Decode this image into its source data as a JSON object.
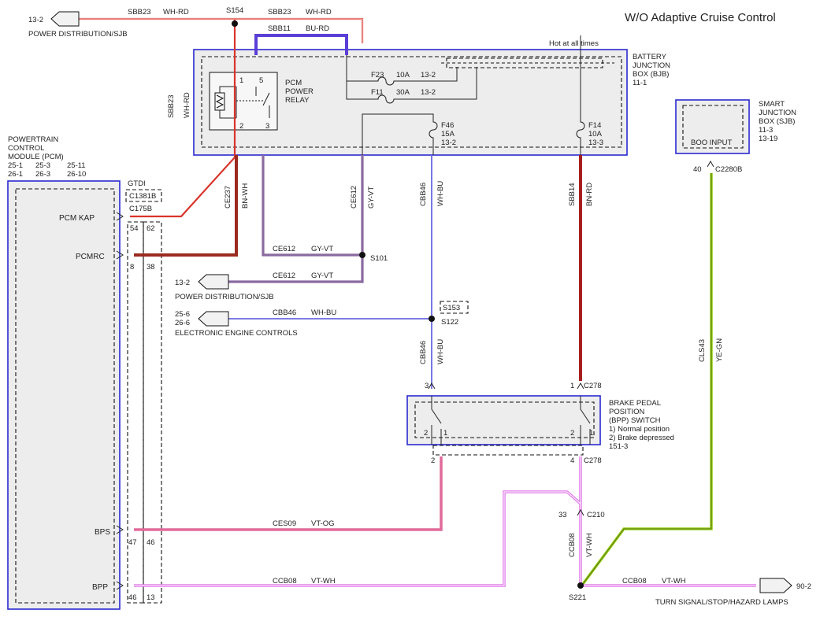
{
  "title": "W/O Adaptive Cruise Control",
  "bjb": {
    "name": "BATTERY\nJUNCTION\nBOX (BJB)",
    "ref": "11-1",
    "hot_label": "Hot at all times"
  },
  "relay": {
    "name": "PCM\nPOWER\nRELAY",
    "pins": [
      "1",
      "5",
      "2",
      "3"
    ]
  },
  "fuses": [
    {
      "id": "F23",
      "amp": "10A",
      "ref": "13-2"
    },
    {
      "id": "F11",
      "amp": "30A",
      "ref": "13-2"
    },
    {
      "id": "F46",
      "amp": "15A",
      "ref": "13-2"
    },
    {
      "id": "F14",
      "amp": "10A",
      "ref": "13-3"
    }
  ],
  "sjb": {
    "name": "SMART\nJUNCTION\nBOX (SJB)",
    "refs": "11-3\n13-19",
    "input": "BOO INPUT",
    "pin": "40",
    "connector": "C2280B"
  },
  "pcm": {
    "name": "POWERTRAIN\nCONTROL\nMODULE (PCM)",
    "refs": [
      "25-1",
      "25-3",
      "25-11",
      "26-1",
      "26-3",
      "26-10"
    ],
    "pins": [
      "PCM KAP",
      "PCMRC",
      "BPS",
      "BPP"
    ]
  },
  "gtdi": {
    "label": "GTDI",
    "conn1": "C1381B",
    "conn2": "C175B",
    "pins": [
      [
        "54",
        "62"
      ],
      [
        "8",
        "38"
      ],
      [
        "47",
        "46"
      ],
      [
        "46",
        "13"
      ]
    ]
  },
  "splices": [
    "S154",
    "S101",
    "S122",
    "S153",
    "S221"
  ],
  "bpp": {
    "name": "BRAKE PEDAL\nPOSITION\n(BPP) SWITCH",
    "notes": "1) Normal position\n2) Brake depressed",
    "ref": "151-3",
    "top_pins": [
      "3",
      "1"
    ],
    "top_conn": "C278",
    "bottom_pins": [
      "2",
      "4"
    ],
    "bottom_conn": "C278",
    "switch_pins": [
      "2",
      "1",
      "2",
      "1"
    ]
  },
  "c210": {
    "pin": "33",
    "conn": "C210"
  },
  "wires": [
    {
      "circuit": "SBB23",
      "color": "WH-RD"
    },
    {
      "circuit": "SBB11",
      "color": "BU-RD"
    },
    {
      "circuit": "CE237",
      "color": "BN-WH"
    },
    {
      "circuit": "CE612",
      "color": "GY-VT"
    },
    {
      "circuit": "CBB46",
      "color": "WH-BU"
    },
    {
      "circuit": "SBB14",
      "color": "BN-RD"
    },
    {
      "circuit": "CLS43",
      "color": "YE-GN"
    },
    {
      "circuit": "CES09",
      "color": "VT-OG"
    },
    {
      "circuit": "CCB08",
      "color": "VT-WH"
    }
  ],
  "destinations": [
    {
      "ref": "13-2",
      "label": "POWER DISTRIBUTION/SJB"
    },
    {
      "ref": "13-2",
      "label": "POWER DISTRIBUTION/SJB"
    },
    {
      "ref": "25-6\n26-6",
      "label": "ELECTRONIC ENGINE CONTROLS"
    },
    {
      "ref": "90-2",
      "label": "TURN SIGNAL/STOP/HAZARD LAMPS"
    }
  ],
  "colors": {
    "wh_rd": "#d9342b",
    "bu_rd": "#5a3fd6",
    "bn_wh": "#9b2a1f",
    "gy_vt": "#8a6aa0",
    "wh_bu": "#6a6ae0",
    "bn_rd": "#a81d1d",
    "ye_gn": "#9ccf1a",
    "vt_og": "#e06a9a",
    "vt_wh": "#e07ae8",
    "box": "#2a2ad0"
  }
}
